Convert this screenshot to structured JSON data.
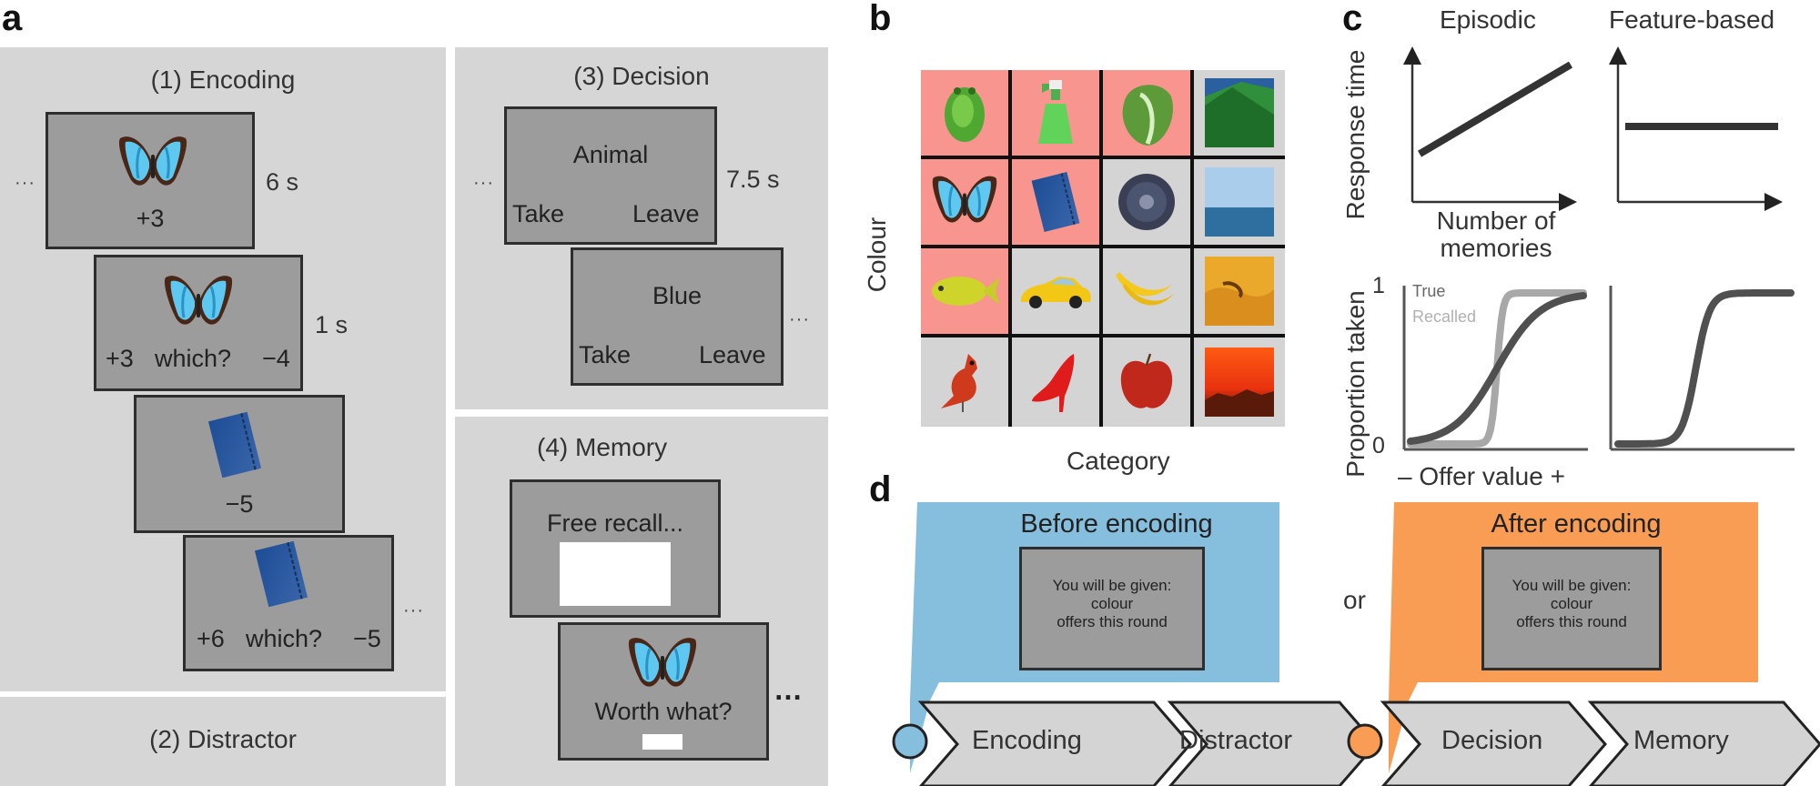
{
  "panel_letters": {
    "a": "a",
    "b": "b",
    "c": "c",
    "d": "d"
  },
  "panel_a": {
    "encoding": {
      "title": "(1) Encoding",
      "screens": [
        {
          "image": "butterfly",
          "caption": "+3",
          "timing": "6 s"
        },
        {
          "image": "butterfly",
          "caption_left": "+3",
          "caption_mid": "which?",
          "caption_right": "−4",
          "timing": "1 s"
        },
        {
          "image": "notebook",
          "caption": "−5"
        },
        {
          "image": "notebook",
          "caption_left": "+6",
          "caption_mid": "which?",
          "caption_right": "−5"
        }
      ],
      "ellipsis": "···"
    },
    "distractor": {
      "title": "(2) Distractor"
    },
    "decision": {
      "title": "(3) Decision",
      "screens": [
        {
          "prompt": "Animal",
          "left": "Take",
          "right": "Leave",
          "timing": "7.5 s"
        },
        {
          "prompt": "Blue",
          "left": "Take",
          "right": "Leave"
        }
      ]
    },
    "memory": {
      "title": "(4) Memory",
      "screens": [
        {
          "prompt": "Free recall..."
        },
        {
          "image": "butterfly",
          "prompt": "Worth what?"
        }
      ],
      "trailing_ellipsis": "…"
    }
  },
  "panel_b": {
    "xlabel": "Category",
    "ylabel": "Colour",
    "highlight_color": "#f8958e",
    "rows": [
      [
        {
          "item": "frog",
          "highlight": true
        },
        {
          "item": "spray-bottle",
          "highlight": true
        },
        {
          "item": "lettuce",
          "highlight": true
        },
        {
          "item": "forest-scene",
          "highlight": false
        }
      ],
      [
        {
          "item": "butterfly",
          "highlight": true
        },
        {
          "item": "notebook",
          "highlight": true
        },
        {
          "item": "blueberry",
          "highlight": false
        },
        {
          "item": "sea-scene",
          "highlight": false
        }
      ],
      [
        {
          "item": "fish",
          "highlight": true
        },
        {
          "item": "car",
          "highlight": false
        },
        {
          "item": "bananas",
          "highlight": false
        },
        {
          "item": "desert-scene",
          "highlight": false
        }
      ],
      [
        {
          "item": "cardinal",
          "highlight": false
        },
        {
          "item": "high-heel",
          "highlight": false
        },
        {
          "item": "apple",
          "highlight": false
        },
        {
          "item": "sunset-scene",
          "highlight": false
        }
      ]
    ]
  },
  "panel_c": {
    "col_titles": [
      "Episodic",
      "Feature-based"
    ],
    "rt_ylabel": "Response time",
    "rt_xlabel_line1": "Number of",
    "rt_xlabel_line2": "memories",
    "prop_ylabel": "Proportion taken",
    "prop_y_ticks": [
      "0",
      "1"
    ],
    "prop_xlabel": "–  Offer value  +",
    "legend": [
      {
        "label": "True",
        "color": "#555555"
      },
      {
        "label": "Recalled",
        "color": "#aaaaaa"
      }
    ]
  },
  "panel_d": {
    "before": {
      "title": "Before encoding",
      "box_lines": [
        "You will be given:",
        "colour",
        "offers this round"
      ],
      "color": "#86bedd",
      "steps": [
        "Encoding",
        "Distractor"
      ]
    },
    "or_label": "or",
    "after": {
      "title": "After encoding",
      "box_lines": [
        "You will be given:",
        "colour",
        "offers this round"
      ],
      "color": "#f99d55",
      "steps": [
        "Decision",
        "Memory"
      ]
    }
  },
  "chart_data": [
    {
      "type": "line",
      "title": "Episodic",
      "xlabel": "Number of memories",
      "ylabel": "Response time",
      "series": [
        {
          "name": "Episodic",
          "x": [
            0,
            1
          ],
          "y": [
            0.35,
            1.0
          ]
        }
      ],
      "xlim": [
        0,
        1
      ],
      "ylim": [
        0,
        1.1
      ],
      "grid": false
    },
    {
      "type": "line",
      "title": "Feature-based",
      "xlabel": "Number of memories",
      "ylabel": "Response time",
      "series": [
        {
          "name": "Feature-based",
          "x": [
            0,
            1
          ],
          "y": [
            0.55,
            0.55
          ]
        }
      ],
      "xlim": [
        0,
        1
      ],
      "ylim": [
        0,
        1.1
      ],
      "grid": false
    },
    {
      "type": "line",
      "title": "Episodic",
      "xlabel": "Offer value",
      "ylabel": "Proportion taken",
      "ylim": [
        0,
        1
      ],
      "series": [
        {
          "name": "True",
          "shape": "shallow-sigmoid",
          "midpoint": 0.5,
          "steepness": 8
        },
        {
          "name": "Recalled",
          "shape": "steep-sigmoid",
          "midpoint": 0.5,
          "steepness": 60
        }
      ],
      "legend": "top-left"
    },
    {
      "type": "line",
      "title": "Feature-based",
      "xlabel": "Offer value",
      "ylabel": "Proportion taken",
      "ylim": [
        0,
        1
      ],
      "series": [
        {
          "name": "Feature-based",
          "shape": "steep-sigmoid",
          "midpoint": 0.45,
          "steepness": 25
        }
      ]
    }
  ]
}
